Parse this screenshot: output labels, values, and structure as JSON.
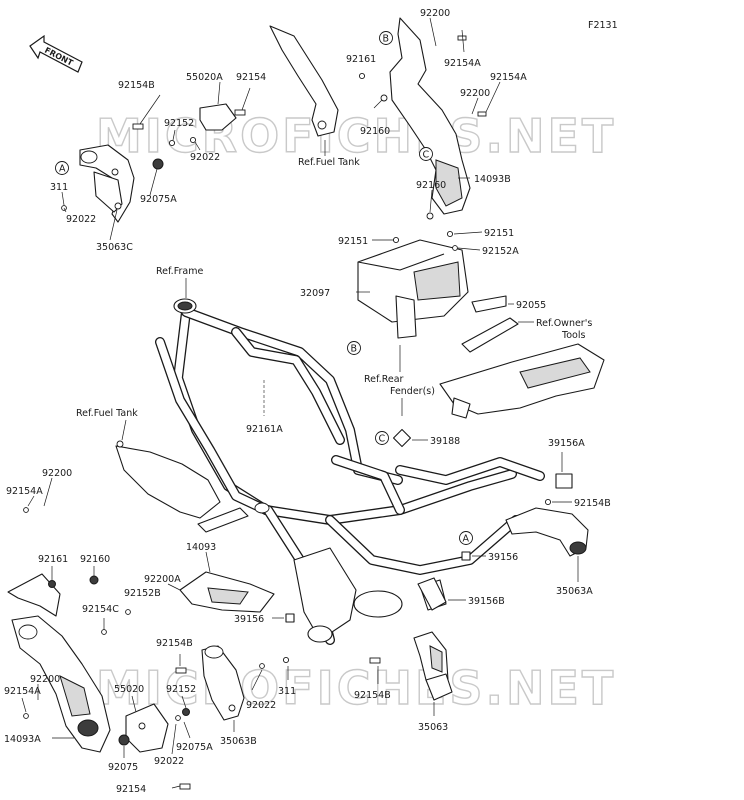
{
  "figure_code": "F2131",
  "front_label": "FRONT",
  "watermark": "MICROFICHES.NET",
  "markers": {
    "a": "A",
    "b": "B",
    "c": "C"
  },
  "refs": {
    "fuel_tank_top": "Ref.Fuel Tank",
    "frame": "Ref.Frame",
    "rear_fender_line1": "Ref.Rear",
    "rear_fender_line2": "Fender(s)",
    "owners_tools_line1": "Ref.Owner's",
    "owners_tools_line2": "Tools",
    "fuel_tank_left": "Ref.Fuel Tank"
  },
  "parts": {
    "p_92154b_top": "92154B",
    "p_55020a": "55020A",
    "p_92154_top": "92154",
    "p_92152_top": "92152",
    "p_92022_top_right": "92022",
    "p_311_top": "311",
    "p_92075a_top": "92075A",
    "p_92022_top_left": "92022",
    "p_35063c": "35063C",
    "p_92200_top": "92200",
    "p_92161_top": "92161",
    "p_92154a_top": "92154A",
    "p_92154a_top2": "92154A",
    "p_92200_top2": "92200",
    "p_92160_top": "92160",
    "p_92160_top2": "92160",
    "p_14093b": "14093B",
    "p_92151_a": "92151",
    "p_92151_b": "92151",
    "p_92152a": "92152A",
    "p_32097": "32097",
    "p_92055": "92055",
    "p_92161a": "92161A",
    "p_39188": "39188",
    "p_39156a": "39156A",
    "p_92154b_right": "92154B",
    "p_35063a": "35063A",
    "p_39156_right": "39156",
    "p_39156b": "39156B",
    "p_92200_left": "92200",
    "p_92154a_left": "92154A",
    "p_92161_left": "92161",
    "p_92160_left": "92160",
    "p_14093": "14093",
    "p_92200a": "92200A",
    "p_92152b": "92152B",
    "p_92154c": "92154C",
    "p_39156_mid": "39156",
    "p_92154b_mid": "92154B",
    "p_92200_left2": "92200",
    "p_92154a_left2": "92154A",
    "p_55020": "55020",
    "p_92152_bottom": "92152",
    "p_311_bottom": "311",
    "p_92022_bottom_right": "92022",
    "p_35063b": "35063B",
    "p_14093a": "14093A",
    "p_92075": "92075",
    "p_92075a_bottom": "92075A",
    "p_92022_bottom": "92022",
    "p_92154_bottom": "92154",
    "p_92154b_bottom": "92154B",
    "p_35063": "35063"
  }
}
